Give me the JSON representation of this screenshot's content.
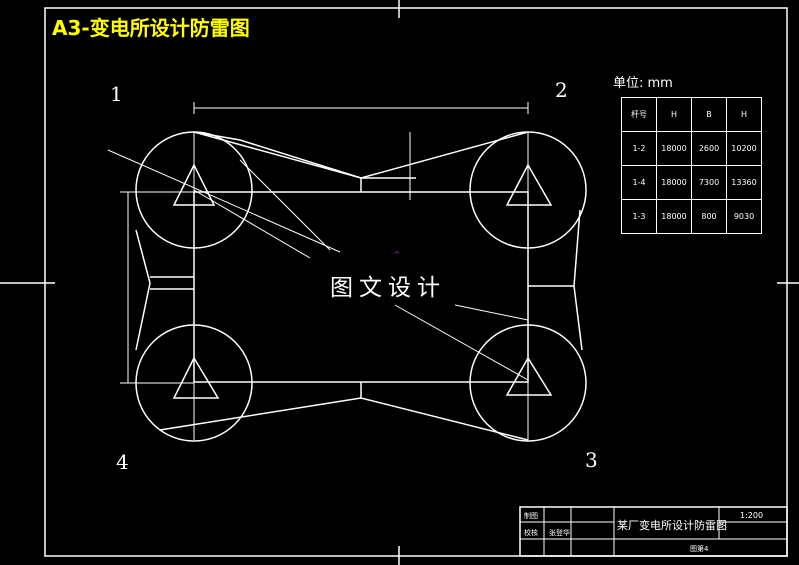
{
  "sheet_title": "A3-变电所设计防雷图",
  "watermark": "图文设计",
  "unit": "单位: mm",
  "corner_labels": [
    "1",
    "2",
    "3",
    "4"
  ],
  "pole_table": {
    "headers": [
      "杆号",
      "H",
      "B",
      "H"
    ],
    "rows": [
      [
        "1-2",
        "18000",
        "2600",
        "10200"
      ],
      [
        "1-4",
        "18000",
        "7300",
        "13360"
      ],
      [
        "1-3",
        "18000",
        "800",
        "9030"
      ]
    ]
  },
  "title_block": {
    "drawing_name": "某厂变电所设计防雷图",
    "scale": "1:200",
    "labels": [
      "制图",
      "校核",
      "张登华"
    ],
    "sheet_no": "图第4"
  },
  "colors": {
    "title": "#ffff00",
    "lines": "#ffffff",
    "marker": "#ff00ff"
  }
}
